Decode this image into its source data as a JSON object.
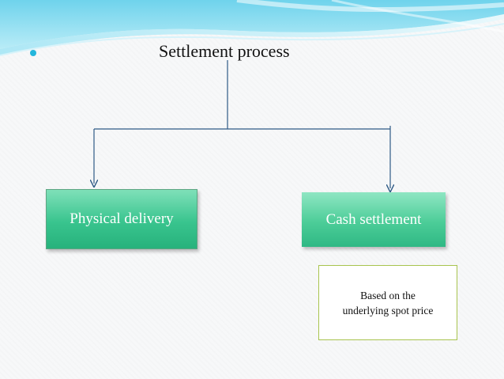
{
  "slide": {
    "title": "Settlement process",
    "bullet_icon": "bullet-dot-icon",
    "accent_color": "#23b6dc"
  },
  "diagram": {
    "root": "Settlement process",
    "branches": [
      {
        "label": "Physical delivery",
        "color": "#39c48e"
      },
      {
        "label": "Cash settlement",
        "color": "#4ccd98"
      }
    ],
    "note": {
      "lines": [
        "Based on the",
        "underlying spot price"
      ],
      "border_color": "#a8c44e"
    },
    "connector_color": "#2e5a86"
  }
}
